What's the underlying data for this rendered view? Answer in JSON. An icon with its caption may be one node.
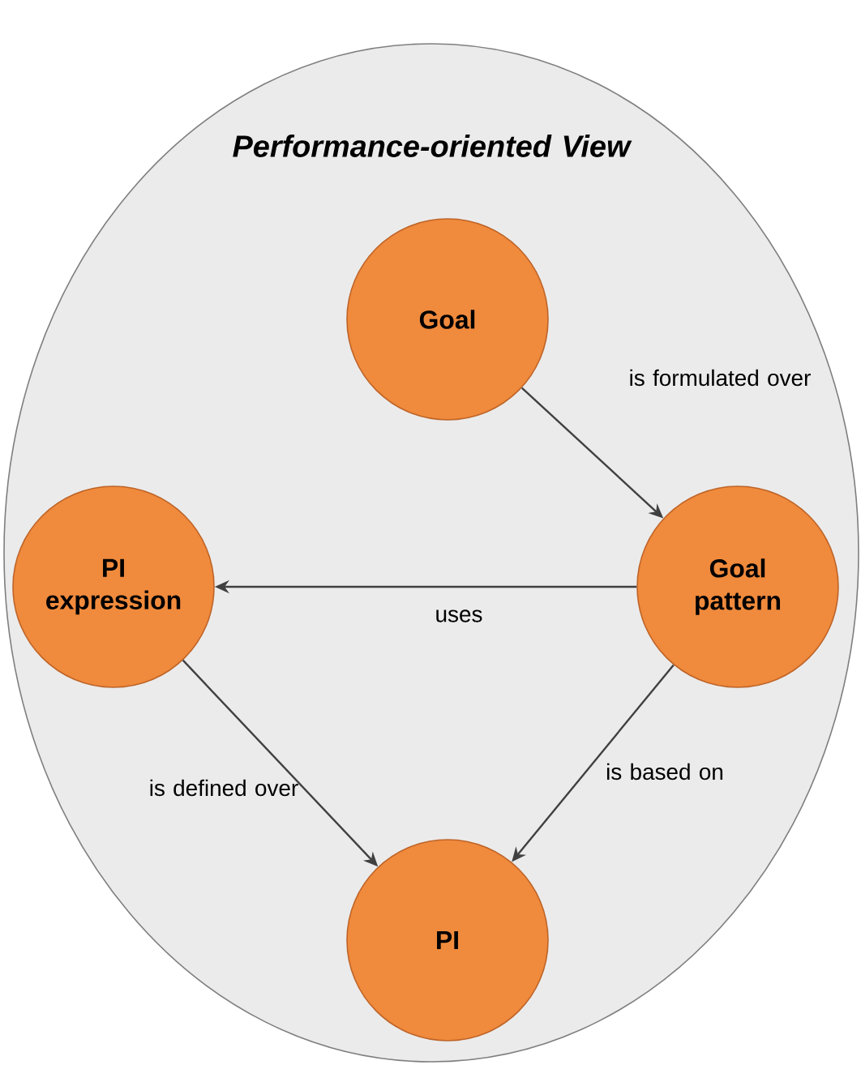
{
  "diagram": {
    "nodes": [
      {
        "text": [
          "Performance-oriented View"
        ]
      },
      {
        "text": [
          "Goal"
        ],
        "in": 0
      },
      {
        "text": [
          "PI expression"
        ],
        "in": 0
      },
      {
        "text": [
          "Goal pattern"
        ],
        "in": 0
      },
      {
        "text": [
          "PI"
        ],
        "in": 0
      }
    ],
    "edges": [
      {
        "from": 1,
        "to": 3,
        "arrow": "to",
        "label": "is formulated over"
      },
      {
        "from": 3,
        "to": 2,
        "arrow": "to",
        "label": "uses"
      },
      {
        "from": 2,
        "to": 4,
        "arrow": "to",
        "label": "is defined over"
      },
      {
        "from": 3,
        "to": 4,
        "arrow": "to",
        "label": "is based on"
      }
    ]
  }
}
